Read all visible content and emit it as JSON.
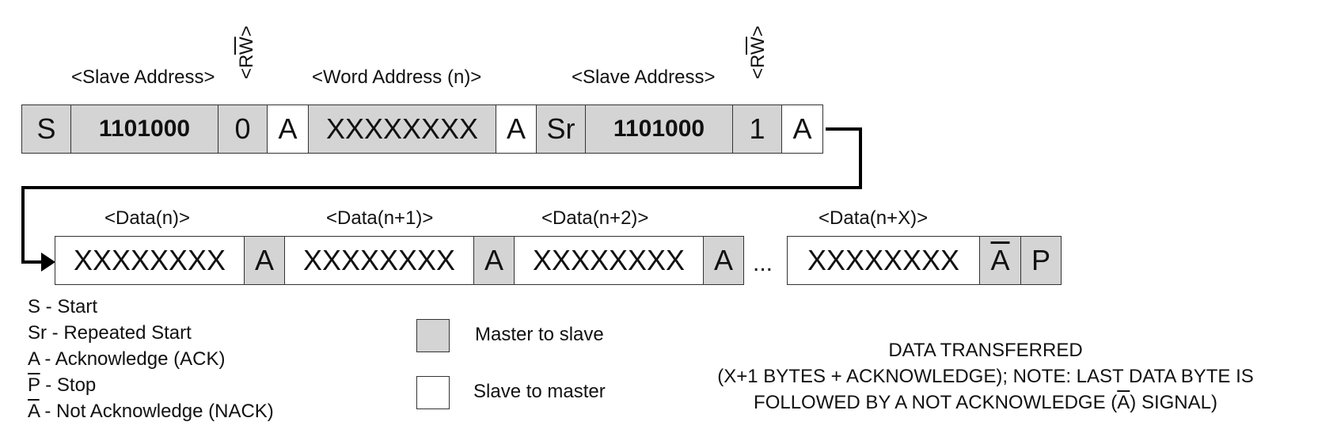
{
  "header_labels": {
    "slave_address_1": "<Slave Address>",
    "rw_1": "<RW>",
    "word_address": "<Word Address (n)>",
    "slave_address_2": "<Slave Address>",
    "rw_2": "<RW>"
  },
  "row1": [
    {
      "text": "S",
      "dir": "master"
    },
    {
      "text": "1101000",
      "dir": "master",
      "bold": true
    },
    {
      "text": "0",
      "dir": "master"
    },
    {
      "text": "A",
      "dir": "slave"
    },
    {
      "text": "XXXXXXXX",
      "dir": "master"
    },
    {
      "text": "A",
      "dir": "slave"
    },
    {
      "text": "Sr",
      "dir": "master"
    },
    {
      "text": "1101000",
      "dir": "master",
      "bold": true
    },
    {
      "text": "1",
      "dir": "master"
    },
    {
      "text": "A",
      "dir": "slave"
    }
  ],
  "data_labels": {
    "n": "<Data(n)>",
    "n1": "<Data(n+1)>",
    "n2": "<Data(n+2)>",
    "nx": "<Data(n+X)>"
  },
  "row2a": [
    {
      "text": "XXXXXXXX",
      "dir": "slave"
    },
    {
      "text": "A",
      "dir": "master"
    },
    {
      "text": "XXXXXXXX",
      "dir": "slave"
    },
    {
      "text": "A",
      "dir": "master"
    },
    {
      "text": "XXXXXXXX",
      "dir": "slave"
    },
    {
      "text": "A",
      "dir": "master"
    }
  ],
  "ellipsis": "...",
  "row2b": [
    {
      "text": "XXXXXXXX",
      "dir": "slave"
    },
    {
      "text": "A",
      "dir": "master",
      "overline": true
    },
    {
      "text": "P",
      "dir": "master"
    }
  ],
  "legend": {
    "start": "S - Start",
    "repeated_start": "Sr - Repeated Start",
    "ack": "A - Acknowledge (ACK)",
    "stop_sym": "P",
    "stop_text": " - Stop",
    "nack_sym": "A",
    "nack_text": " - Not Acknowledge (NACK)"
  },
  "swatch_legend": {
    "master_to_slave": "Master to slave",
    "slave_to_master": "Slave to master"
  },
  "note": {
    "line1": "DATA TRANSFERRED",
    "line2": "(X+1 BYTES + ACKNOWLEDGE); NOTE: LAST DATA BYTE IS",
    "line3_pre": "FOLLOWED BY A NOT ACKNOWLEDGE (",
    "line3_sym": "A",
    "line3_post": ") SIGNAL)"
  },
  "colors": {
    "master": "#d4d4d4",
    "slave": "#ffffff",
    "border": "#333333"
  }
}
